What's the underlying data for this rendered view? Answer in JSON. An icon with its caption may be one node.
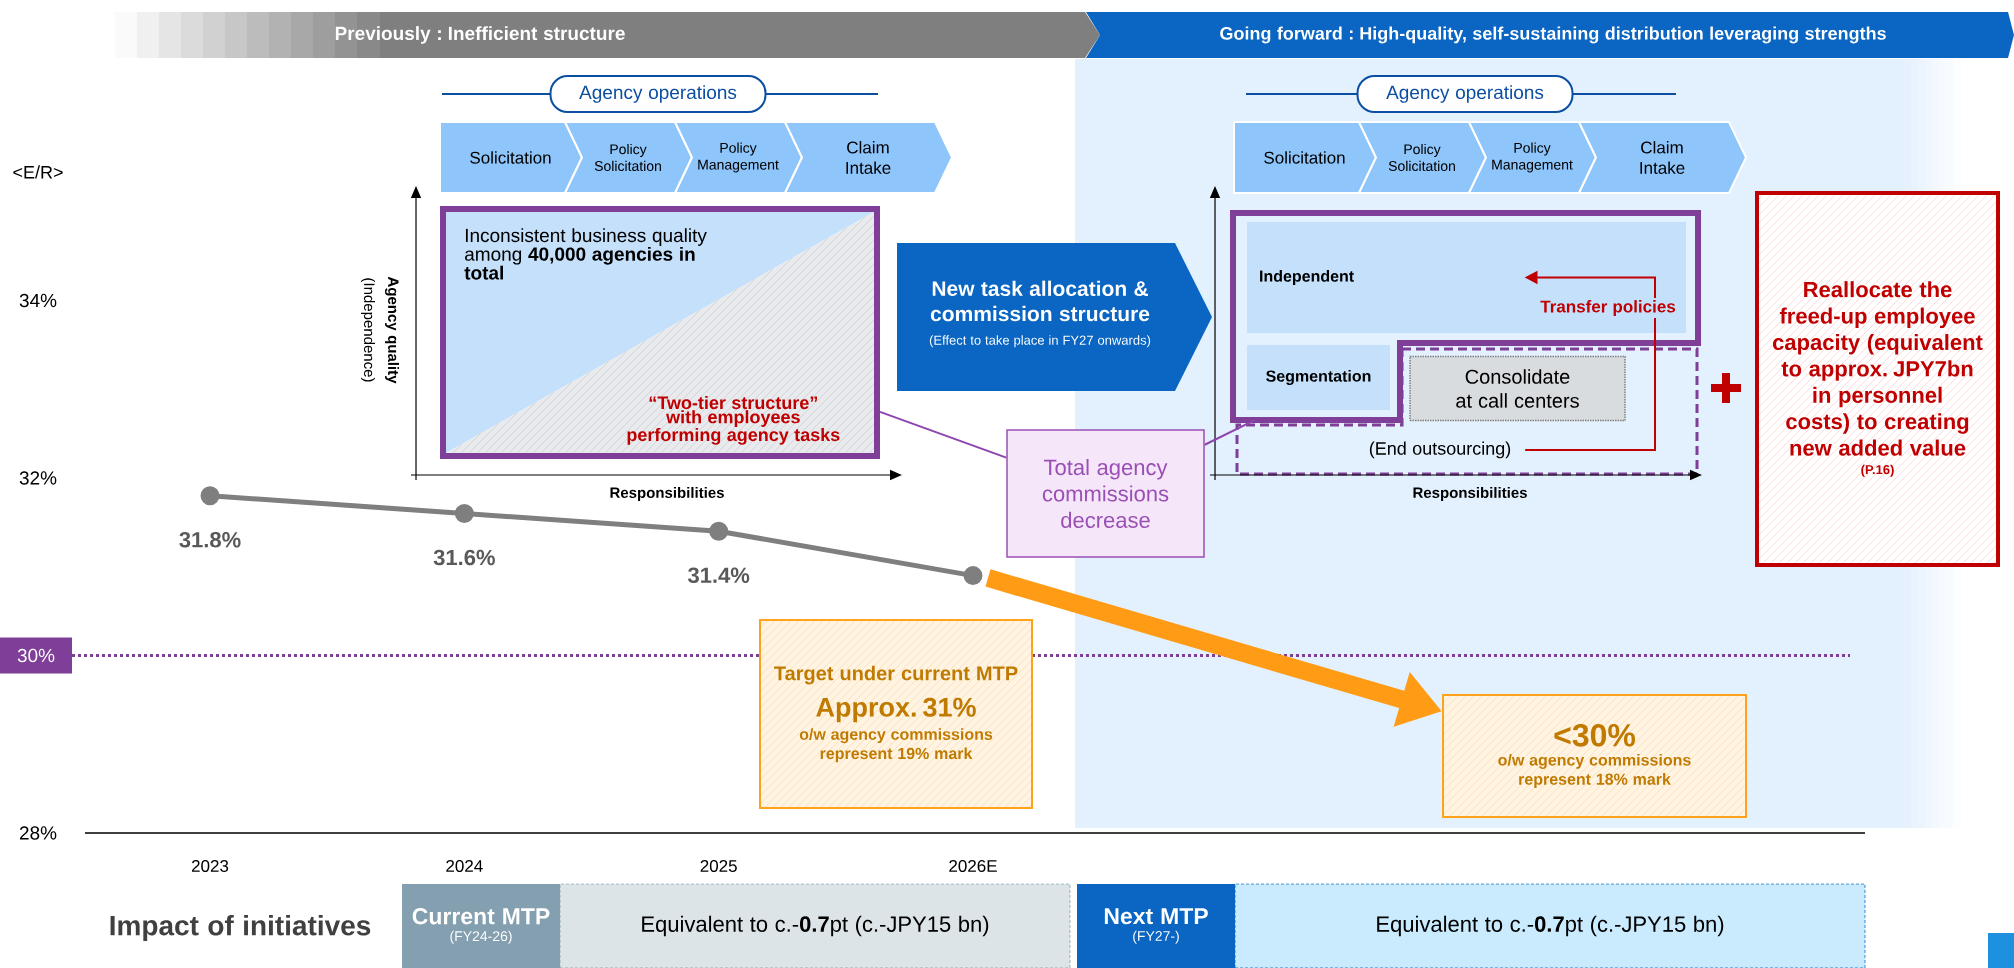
{
  "diagram": {
    "nodes": [
      {
        "text": [
          "Previously : Inefficient structure"
        ]
      },
      {
        "text": [
          "Going forward : High-quality, self-sustaining distribution leveraging strengths"
        ]
      },
      {
        "text": [
          "Agency operations"
        ]
      },
      {
        "text": [
          "Solicitation"
        ]
      },
      {
        "text": [
          "Policy Solicitation"
        ]
      },
      {
        "text": [
          "Policy Management"
        ]
      },
      {
        "text": [
          "Claim Intake"
        ]
      },
      {
        "text": [
          "Inconsistent business quality among **40,000 agencies in total**",
          "“Two-tier structure” with employees performing agency tasks"
        ]
      },
      {
        "text": [
          "New task allocation & commission structure",
          "(Effect to take place in FY27 onwards)"
        ]
      },
      {
        "text": [
          "Agency operations"
        ]
      },
      {
        "text": [
          "Solicitation"
        ]
      },
      {
        "text": [
          "Policy Solicitation"
        ]
      },
      {
        "text": [
          "Policy Management"
        ]
      },
      {
        "text": [
          "Claim Intake"
        ]
      },
      {
        "text": [],
        "shape": "box"
      },
      {
        "text": [
          "Independent"
        ],
        "in": 14
      },
      {
        "text": [
          "Segmentation"
        ],
        "in": 14
      },
      {
        "text": [],
        "shape": "box"
      },
      {
        "text": [
          "Consolidate at call centers"
        ],
        "in": 17
      },
      {
        "text": [
          "(End outsourcing)"
        ],
        "in": 17
      },
      {
        "text": [
          "Reallocate the freed-up employee capacity (equivalent to approx. JPY7bn in personnel costs) to creating new added value",
          "(P.16)"
        ]
      },
      {
        "text": [
          "Total agency commissions decrease"
        ]
      },
      {
        "text": [
          "Target under current MTP",
          "Approx. 31%",
          "o/w agency commissions represent 19% mark"
        ]
      },
      {
        "text": [
          "<30%",
          "o/w agency commissions represent 18% mark"
        ]
      },
      {
        "text": [
          "Current MTP",
          "(FY24-26)"
        ]
      },
      {
        "text": [
          "Equivalent to c.-**0.7**pt (c.-JPY15 bn)"
        ]
      },
      {
        "text": [
          "Next MTP",
          "(FY27-)"
        ]
      },
      {
        "text": [
          "Equivalent to c.-**0.7**pt (c.-JPY15 bn)"
        ]
      }
    ],
    "edges": [
      {
        "from": 21,
        "to": 7,
        "arrow": "none",
        "color": "#8e44ad"
      },
      {
        "from": 21,
        "to": 14,
        "arrow": "none",
        "color": "#8e44ad"
      },
      {
        "from": 19,
        "to": 15,
        "arrow": "to",
        "label": "Transfer policies",
        "color": "#c00000"
      },
      {
        "from": null,
        "to": 23,
        "arrow": "to",
        "style": "thick",
        "color": "#ff9b14"
      }
    ],
    "labels": [
      "<E/R>",
      "Agency quality",
      "(Independence)",
      "Responsibilities",
      "Responsibilities",
      "Impact of initiatives"
    ],
    "chart_data": {
      "type": "line",
      "categories": [
        "2023",
        "2024",
        "2025",
        "2026E"
      ],
      "series": [
        {
          "color": "#7f7f7f",
          "marker": "circle",
          "values": [
            31.8,
            31.6,
            31.4,
            30.9
          ]
        }
      ],
      "ylim": [
        28,
        34
      ],
      "yticks": [
        {
          "value": 28,
          "label": "28%"
        },
        {
          "value": 32,
          "label": "32%"
        },
        {
          "value": 34,
          "label": "34%"
        }
      ],
      "value_labels": [
        "31.8%",
        "31.6%",
        "31.4%",
        null
      ],
      "ref_lines": [
        {
          "axis": "y",
          "value": 30,
          "label": "30%"
        }
      ]
    }
  }
}
